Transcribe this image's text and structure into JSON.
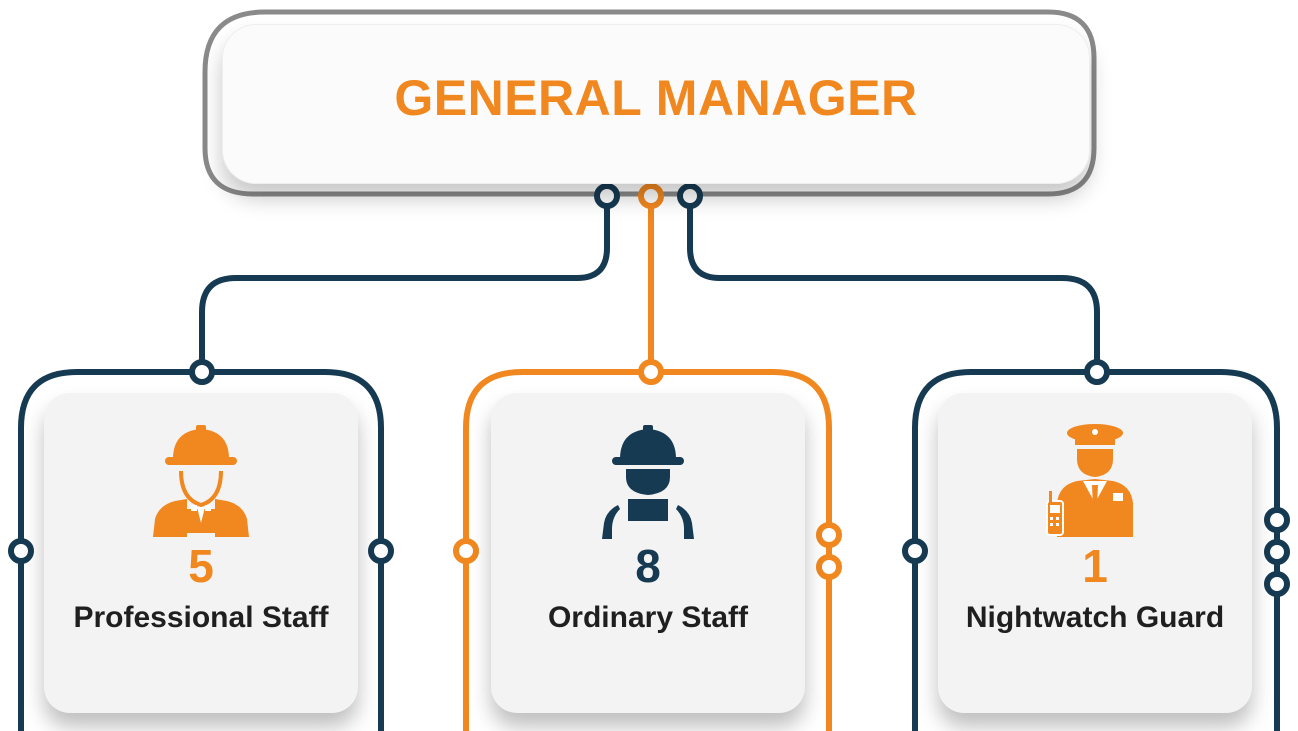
{
  "manager": {
    "title": "GENERAL MANAGER"
  },
  "staff": [
    {
      "count": "5",
      "label": "Professional Staff",
      "icon": "engineer-icon",
      "color": "#f1871f"
    },
    {
      "count": "8",
      "label": "Ordinary Staff",
      "icon": "worker-icon",
      "color": "#163a52"
    },
    {
      "count": "1",
      "label": "Nightwatch Guard",
      "icon": "security-guard-icon",
      "color": "#f1871f"
    }
  ],
  "colors": {
    "navy": "#163a52",
    "orange": "#f1871f",
    "gray_frame": "#8a8a8a"
  }
}
